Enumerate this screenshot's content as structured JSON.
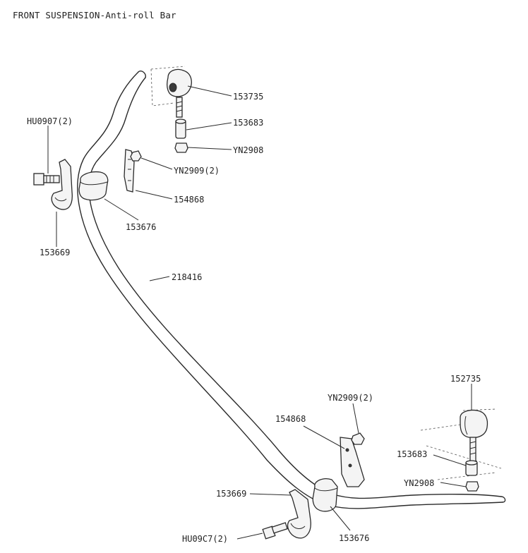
{
  "title": "FRONT SUSPENSION-Anti-roll Bar",
  "labels": {
    "p153735": "153735",
    "p153683_top": "153683",
    "yn2908_top": "YN2908",
    "yn2909_top": "YN2909(2)",
    "hu0907_top": "HU0907(2)",
    "p154868_top": "154868",
    "p153676_top": "153676",
    "p153669_top": "153669",
    "p218416": "218416",
    "p152735": "152735",
    "yn2909_bot": "YN2909(2)",
    "p154868_bot": "154868",
    "p153683_bot": "153683",
    "yn2908_bot": "YN2908",
    "p153669_bot": "153669",
    "hu0907_bot": "HU09C7(2)",
    "p153676_bot": "153676"
  }
}
